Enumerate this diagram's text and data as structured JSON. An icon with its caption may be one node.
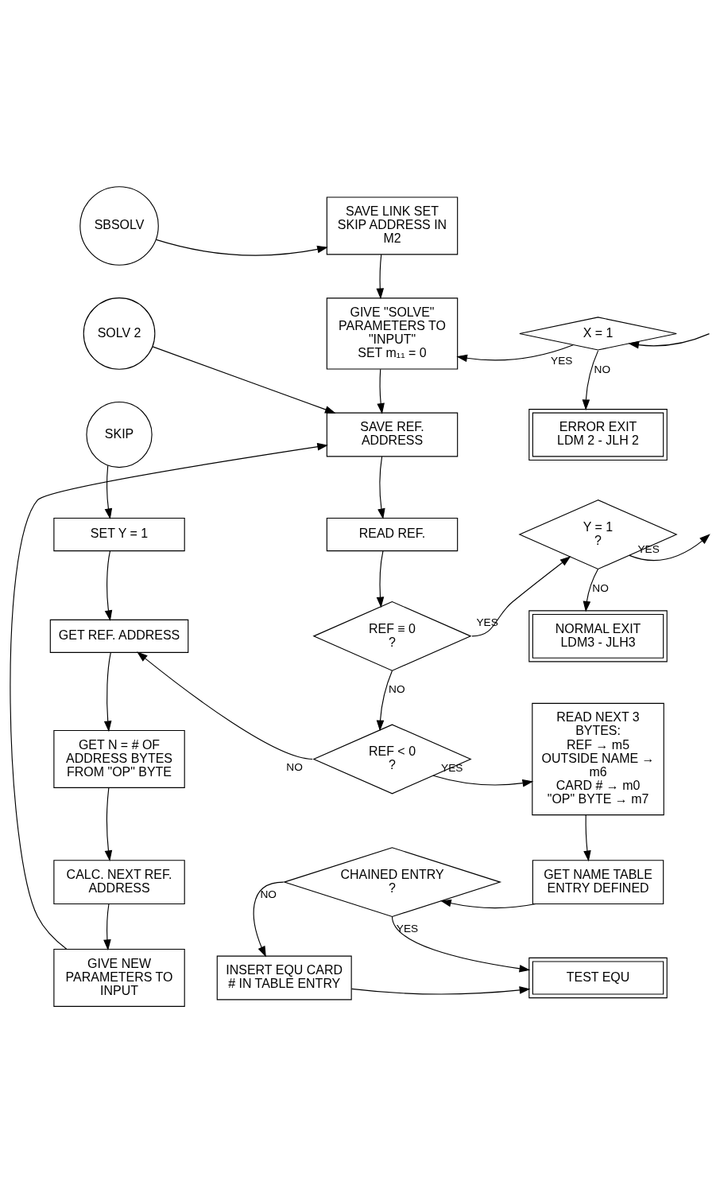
{
  "diagram": {
    "nodes": [
      {
        "text": [
          "SBSOLV"
        ]
      },
      {
        "text": [
          "SAVE LINK SET SKIP ADDRESS IN M2"
        ]
      },
      {
        "text": [
          "GIVE \"SOLVE\" PARAMETERS TO \"INPUT\"",
          "SET m₁₁ = 0"
        ]
      },
      {
        "text": [
          "X = 1"
        ]
      },
      {
        "text": [
          "SOLV 2"
        ]
      },
      {
        "text": [
          "SAVE REF. ADDRESS"
        ]
      },
      {
        "text": [
          "ERROR EXIT",
          "LDM 2 - JLH 2"
        ]
      },
      {
        "text": [
          "SKIP"
        ]
      },
      {
        "text": [
          "SET Y = 1"
        ]
      },
      {
        "text": [
          "READ REF."
        ]
      },
      {
        "text": [
          "Y = 1",
          "?"
        ]
      },
      {
        "text": [
          "GET REF. ADDRESS"
        ]
      },
      {
        "text": [
          "REF ≡ 0",
          "?"
        ]
      },
      {
        "text": [
          "NORMAL EXIT",
          "LDM3 - JLH3"
        ]
      },
      {
        "text": [
          "GET N = # OF ADDRESS BYTES FROM \"OP\" BYTE"
        ]
      },
      {
        "text": [
          "REF < 0",
          "?"
        ]
      },
      {
        "text": [
          "READ NEXT 3 BYTES:",
          "REF → m5",
          "OUTSIDE NAME → m6",
          "CARD # → m0",
          "\"OP\" BYTE → m7"
        ]
      },
      {
        "text": [
          "CALC. NEXT REF. ADDRESS"
        ]
      },
      {
        "text": [
          "CHAINED ENTRY",
          "?"
        ]
      },
      {
        "text": [
          "GET NAME TABLE ENTRY DEFINED"
        ]
      },
      {
        "text": [
          "GIVE NEW PARAMETERS TO INPUT"
        ]
      },
      {
        "text": [
          "INSERT EQU CARD # IN TABLE ENTRY"
        ]
      },
      {
        "text": [
          "TEST EQU"
        ]
      }
    ],
    "edges": [
      {
        "from": 0,
        "to": 1,
        "arrow": "to"
      },
      {
        "from": 1,
        "to": 2,
        "arrow": "to"
      },
      {
        "from": 3,
        "to": 2,
        "arrow": "to",
        "label": "YES"
      },
      {
        "from": null,
        "to": 3,
        "arrow": "to"
      },
      {
        "from": 3,
        "to": 6,
        "arrow": "to",
        "label": "NO"
      },
      {
        "from": 2,
        "to": 5,
        "arrow": "to"
      },
      {
        "from": 4,
        "to": 5,
        "arrow": "to"
      },
      {
        "from": 20,
        "to": 5,
        "arrow": "to"
      },
      {
        "from": 5,
        "to": 9,
        "arrow": "to"
      },
      {
        "from": 7,
        "to": 8,
        "arrow": "to"
      },
      {
        "from": 8,
        "to": 11,
        "arrow": "to"
      },
      {
        "from": 9,
        "to": 12,
        "arrow": "to"
      },
      {
        "from": 12,
        "to": 10,
        "arrow": "to",
        "label": "YES"
      },
      {
        "from": 10,
        "to": null,
        "arrow": "to",
        "label": "YES"
      },
      {
        "from": 10,
        "to": 13,
        "arrow": "to",
        "label": "NO"
      },
      {
        "from": 12,
        "to": 15,
        "arrow": "to",
        "label": "NO"
      },
      {
        "from": 15,
        "to": 11,
        "arrow": "to",
        "label": "NO"
      },
      {
        "from": 15,
        "to": 16,
        "arrow": "to",
        "label": "YES"
      },
      {
        "from": 11,
        "to": 14,
        "arrow": "to"
      },
      {
        "from": 16,
        "to": 19,
        "arrow": "to"
      },
      {
        "from": 14,
        "to": 17,
        "arrow": "to"
      },
      {
        "from": 19,
        "to": 18,
        "arrow": "to"
      },
      {
        "from": 17,
        "to": 20,
        "arrow": "to"
      },
      {
        "from": 18,
        "to": 21,
        "arrow": "to",
        "label": "NO"
      },
      {
        "from": 18,
        "to": 22,
        "arrow": "to",
        "label": "YES"
      },
      {
        "from": 21,
        "to": 22,
        "arrow": "to"
      }
    ]
  }
}
